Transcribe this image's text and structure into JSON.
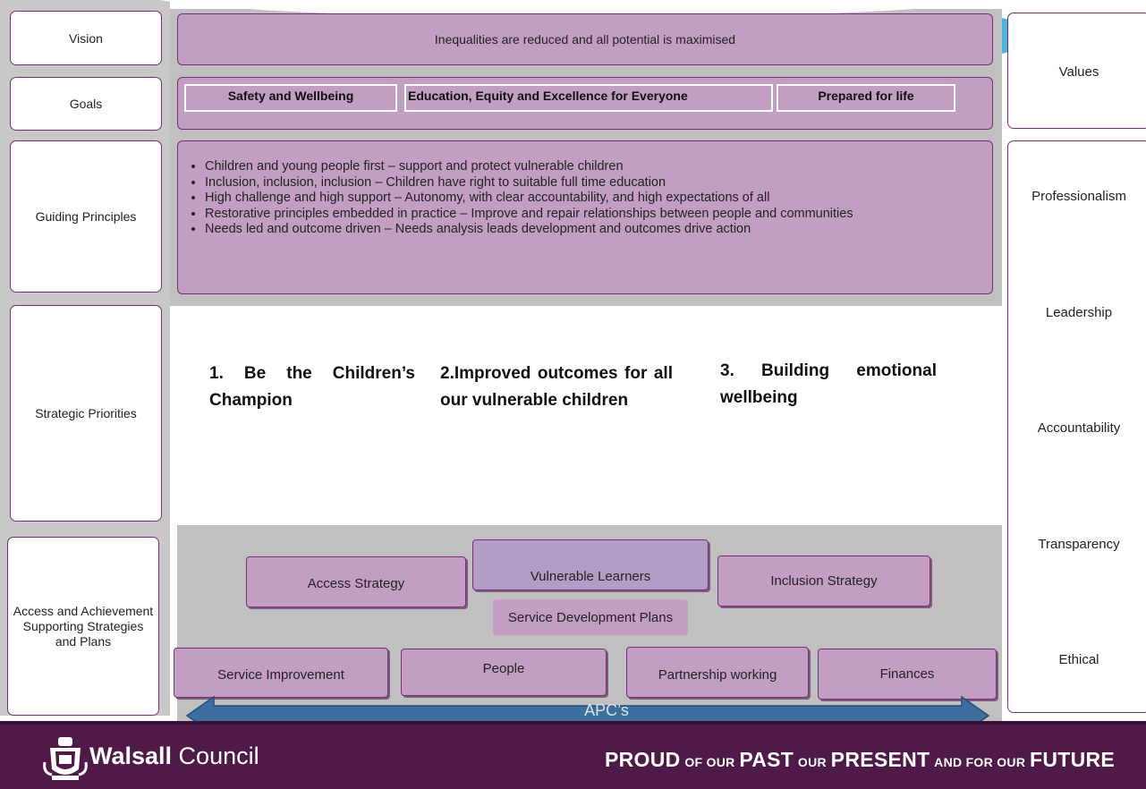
{
  "rows": {
    "vision_label": "Vision",
    "goals_label": "Goals",
    "guiding_label": "Guiding  Principles",
    "strategic_label": "Strategic Priorities",
    "access_label": "Access and Achievement Supporting Strategies and Plans"
  },
  "vision": "Inequalities are reduced and all potential is maximised",
  "goals": [
    "Safety and Wellbeing",
    "Education, Equity and Excellence for Everyone",
    "Prepared for life"
  ],
  "principles": [
    "Children and young people first – support and protect vulnerable children",
    "Inclusion, inclusion, inclusion – Children have right to suitable full time education",
    "High challenge and high support – Autonomy, with clear accountability, and high expectations of all",
    "Restorative principles embedded in practice – Improve and repair relationships between people and communities",
    "Needs led and outcome driven – Needs analysis leads development and outcomes drive action"
  ],
  "priorities": [
    "1. Be the Children’s Champion",
    "2.Improved outcomes for all our vulnerable children",
    "3. Building emotional wellbeing"
  ],
  "plans": {
    "access": "Access Strategy",
    "vulnerable": "Vulnerable Learners",
    "inclusion": "Inclusion Strategy",
    "sdp": "Service Development Plans",
    "service_improvement": "Service Improvement",
    "people": "People",
    "partnership": "Partnership working",
    "finances": "Finances"
  },
  "apc": "APC’s",
  "values": {
    "heading": "Values",
    "items": [
      "Professionalism",
      "Leadership",
      "Accountability",
      "Transparency",
      "Ethical"
    ]
  },
  "footer": {
    "logo_bold": "Walsall",
    "logo_light": " Council",
    "slogan": {
      "w1": "PROUD",
      "s1": "OF OUR",
      "w2": "PAST",
      "s2": "OUR",
      "w3": "PRESENT",
      "s3": "AND FOR OUR",
      "w4": "FUTURE"
    }
  },
  "colors": {
    "purple_box": "#c39ec3",
    "footer_purple": "#4f1948",
    "grey_band": "#c0c0c0",
    "arrow_blue": "#3c6e9e"
  }
}
